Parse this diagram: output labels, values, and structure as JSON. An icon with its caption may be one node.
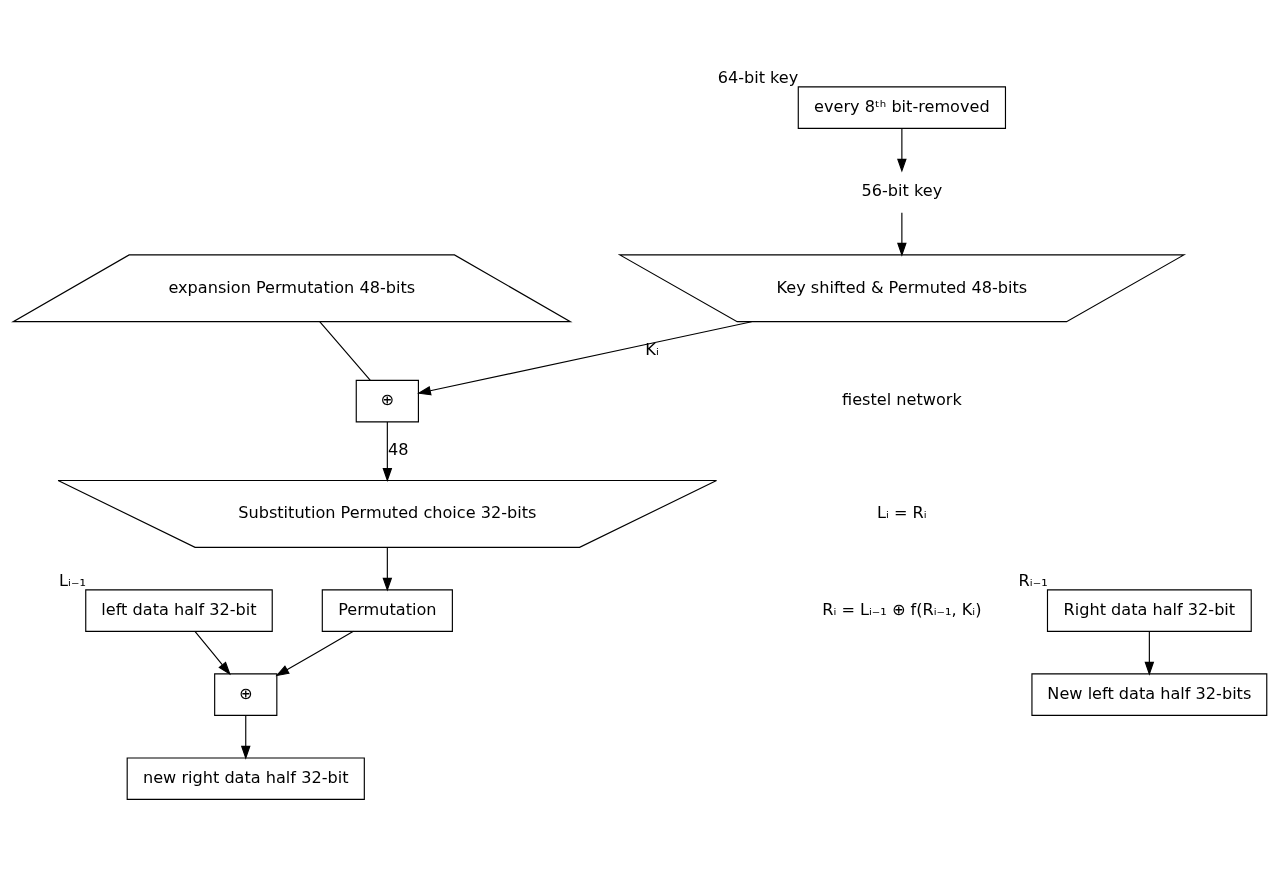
{
  "diagram": {
    "nodes": [
      {
        "text": [
          "left data half 32-bit"
        ],
        "beside": [
          "Lᵢ₋₁"
        ]
      },
      {
        "text": [
          "Right data half 32-bit"
        ],
        "beside": [
          "Rᵢ₋₁"
        ]
      },
      {
        "text": [
          "expansion Permutation 48-bits"
        ]
      },
      {
        "text": [
          "⊕"
        ]
      },
      {
        "text": [
          "Substitution Permuted choice 32-bits"
        ]
      },
      {
        "text": [
          "Permutation"
        ]
      },
      {
        "text": [
          "⊕"
        ]
      },
      {
        "text": [
          "New left data half 32-bits"
        ]
      },
      {
        "text": [
          "new right data half 32-bit"
        ]
      },
      {
        "text": [
          "every 8ᵗʰ bit-removed"
        ],
        "beside": [
          "64-bit key"
        ]
      },
      {
        "text": [
          "56-bit key"
        ]
      },
      {
        "text": [
          "Key shifted & Permuted 48-bits"
        ]
      }
    ],
    "edges": [
      {
        "from": 0,
        "to": 6,
        "arrow": "to"
      },
      {
        "from": 1,
        "to": 7,
        "arrow": "to"
      },
      {
        "from": 2,
        "to": 3,
        "arrow": "none"
      },
      {
        "from": 3,
        "to": 4,
        "arrow": "to",
        "label": "48"
      },
      {
        "from": 11,
        "to": 3,
        "arrow": "to",
        "label": "Kᵢ"
      },
      {
        "from": 4,
        "to": 5,
        "arrow": "to"
      },
      {
        "from": 5,
        "to": 6,
        "arrow": "to"
      },
      {
        "from": 6,
        "to": 8,
        "arrow": "to"
      },
      {
        "from": 9,
        "to": 10,
        "arrow": "to"
      },
      {
        "from": 10,
        "to": 11,
        "arrow": "to"
      }
    ],
    "labels": [
      "fiestel network",
      "Lᵢ = Rᵢ",
      "Rᵢ = Lᵢ₋₁ ⊕ f(Rᵢ₋₁, Kᵢ)"
    ]
  }
}
